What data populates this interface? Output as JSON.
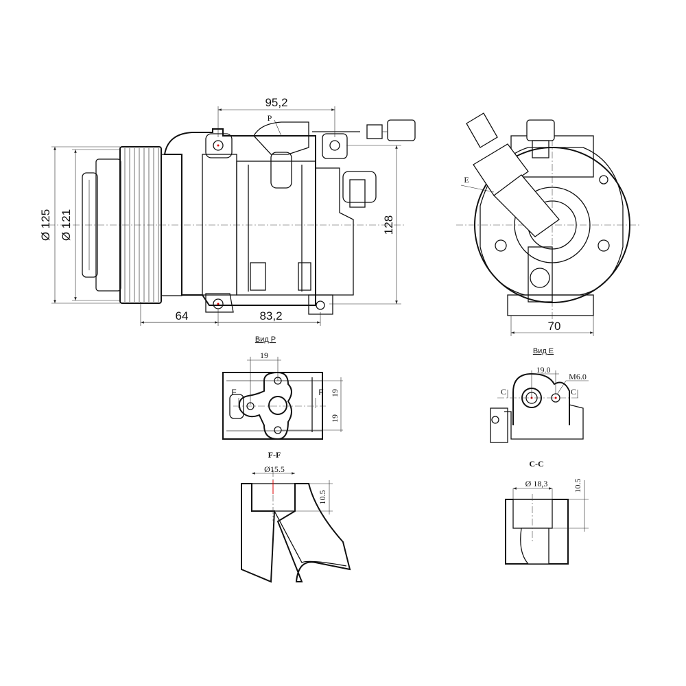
{
  "side_view": {
    "dim_top": "95,2",
    "view_p_marker": "P",
    "dim_d125": "Ø 125",
    "dim_d121": "Ø 121",
    "dim_height": "128",
    "dim_bottom_left": "64",
    "dim_bottom_right": "83,2"
  },
  "front_view": {
    "view_e_marker": "E",
    "dim_width": "70"
  },
  "view_p": {
    "title": "Вид P",
    "dim_horizontal": "19",
    "section_left": "F",
    "section_right": "F",
    "dim_vertical_top": "19",
    "dim_vertical_bottom": "19"
  },
  "view_e": {
    "title": "Вид E",
    "dim_horizontal": "19.0",
    "thread": "M6.0",
    "section_left": "C",
    "section_right": "C"
  },
  "section_ff": {
    "title": "F-F",
    "dim_diameter": "Ø15.5",
    "dim_depth": "10.5"
  },
  "section_cc": {
    "title": "C-C",
    "dim_diameter": "Ø 18,3",
    "dim_depth": "10.5"
  },
  "colors": {
    "line": "#111111",
    "center_mark": "#d00000"
  }
}
